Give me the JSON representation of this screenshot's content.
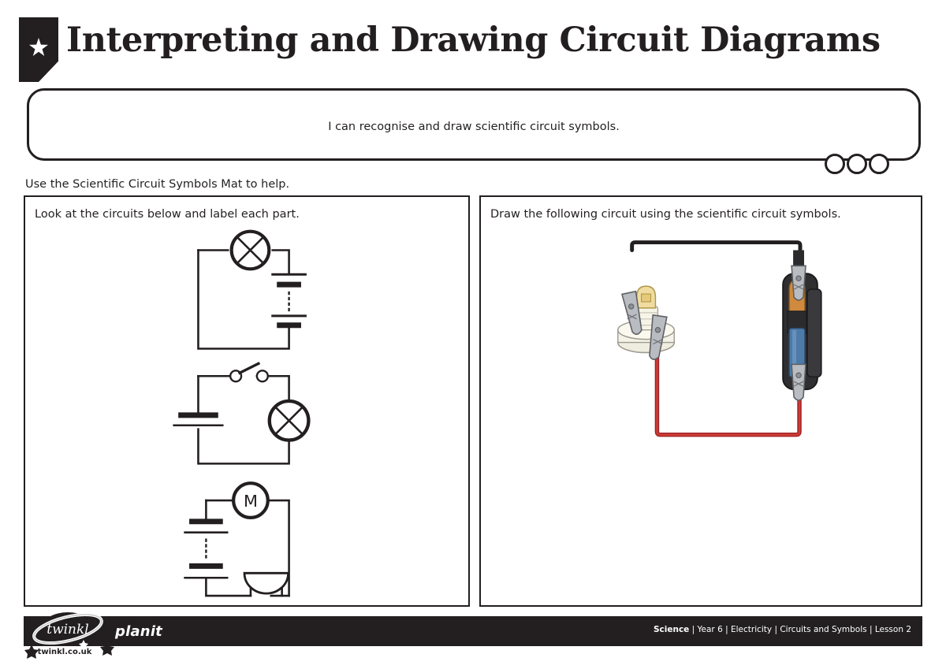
{
  "header": {
    "title": "Interpreting and Drawing Circuit Diagrams",
    "badge_icon": "star-icon"
  },
  "objective": {
    "text": "I can recognise and draw scientific circuit symbols.",
    "tail_dots": 3
  },
  "helper": {
    "text": "Use the Scientific Circuit Symbols Mat to help."
  },
  "panels": {
    "left": {
      "prompt": "Look at the circuits below and label each part.",
      "circuits": [
        {
          "id": "circuit-1",
          "components": [
            "lamp",
            "battery"
          ],
          "description": "A lamp at the top of a rectangular loop with a multi-cell battery on the right side."
        },
        {
          "id": "circuit-2",
          "components": [
            "cell",
            "open-switch",
            "lamp"
          ],
          "description": "A single cell on the left, an open switch along the top and a lamp on the right."
        },
        {
          "id": "circuit-3",
          "components": [
            "motor",
            "battery",
            "buzzer"
          ],
          "description": "A motor at the top, a multi-cell battery on the left and a buzzer along the bottom."
        }
      ]
    },
    "right": {
      "prompt": "Draw the following circuit using the scientific circuit symbols.",
      "photo": {
        "description": "Photograph-style illustration of a real circuit: a bulb in a lamp holder joined by crocodile clip leads to a battery in a battery holder.",
        "components": [
          "lamp-holder-with-bulb",
          "battery-in-holder",
          "crocodile-clips"
        ],
        "wires": [
          {
            "name": "top-wire",
            "colour": "#231f20"
          },
          {
            "name": "bottom-wire",
            "colour": "#b5262b"
          }
        ],
        "colours": {
          "battery_top": "#d08a3e",
          "battery_body": "#4e7aa8",
          "battery_holder": "#2c2c2c",
          "bulb_glass": "#f0dca0",
          "holder_base": "#f4f1e6",
          "clip_metal": "#b9bcc0"
        }
      }
    }
  },
  "footer": {
    "brand": "twinkl",
    "brand_url_text": "twinkl.co.uk",
    "series": "planit",
    "meta_subject": "Science",
    "meta_rest": " | Year 6 | Electricity | Circuits and Symbols | Lesson 2"
  }
}
